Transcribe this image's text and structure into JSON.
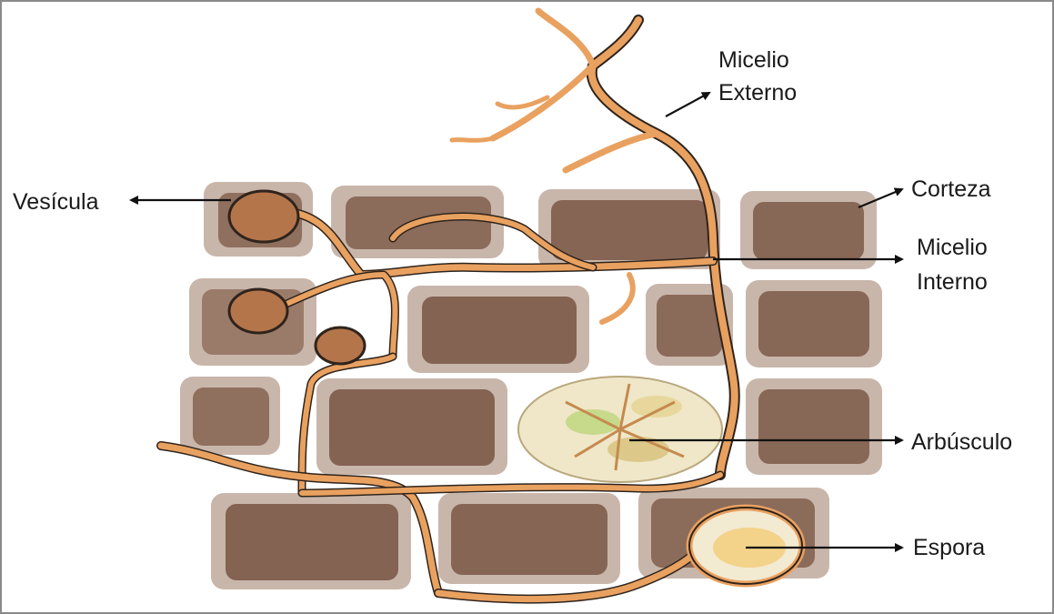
{
  "labels": {
    "micelio_externo": [
      "Micelio",
      "Externo"
    ],
    "vesicula": "Vesícula",
    "corteza": "Corteza",
    "micelio_interno": [
      "Micelio",
      "Interno"
    ],
    "arbusculo": "Arbúsculo",
    "espora": "Espora"
  },
  "colors": {
    "cell_wall": "#b7a397",
    "cell_interior": "#8b6b5a",
    "hypha": "#e9a160",
    "hypha_outline": "#2f241c",
    "vesicle": "#b5754a",
    "arbuscule": "#efe7c8",
    "spore": "#f3d38a",
    "text": "#1a1a1a"
  }
}
